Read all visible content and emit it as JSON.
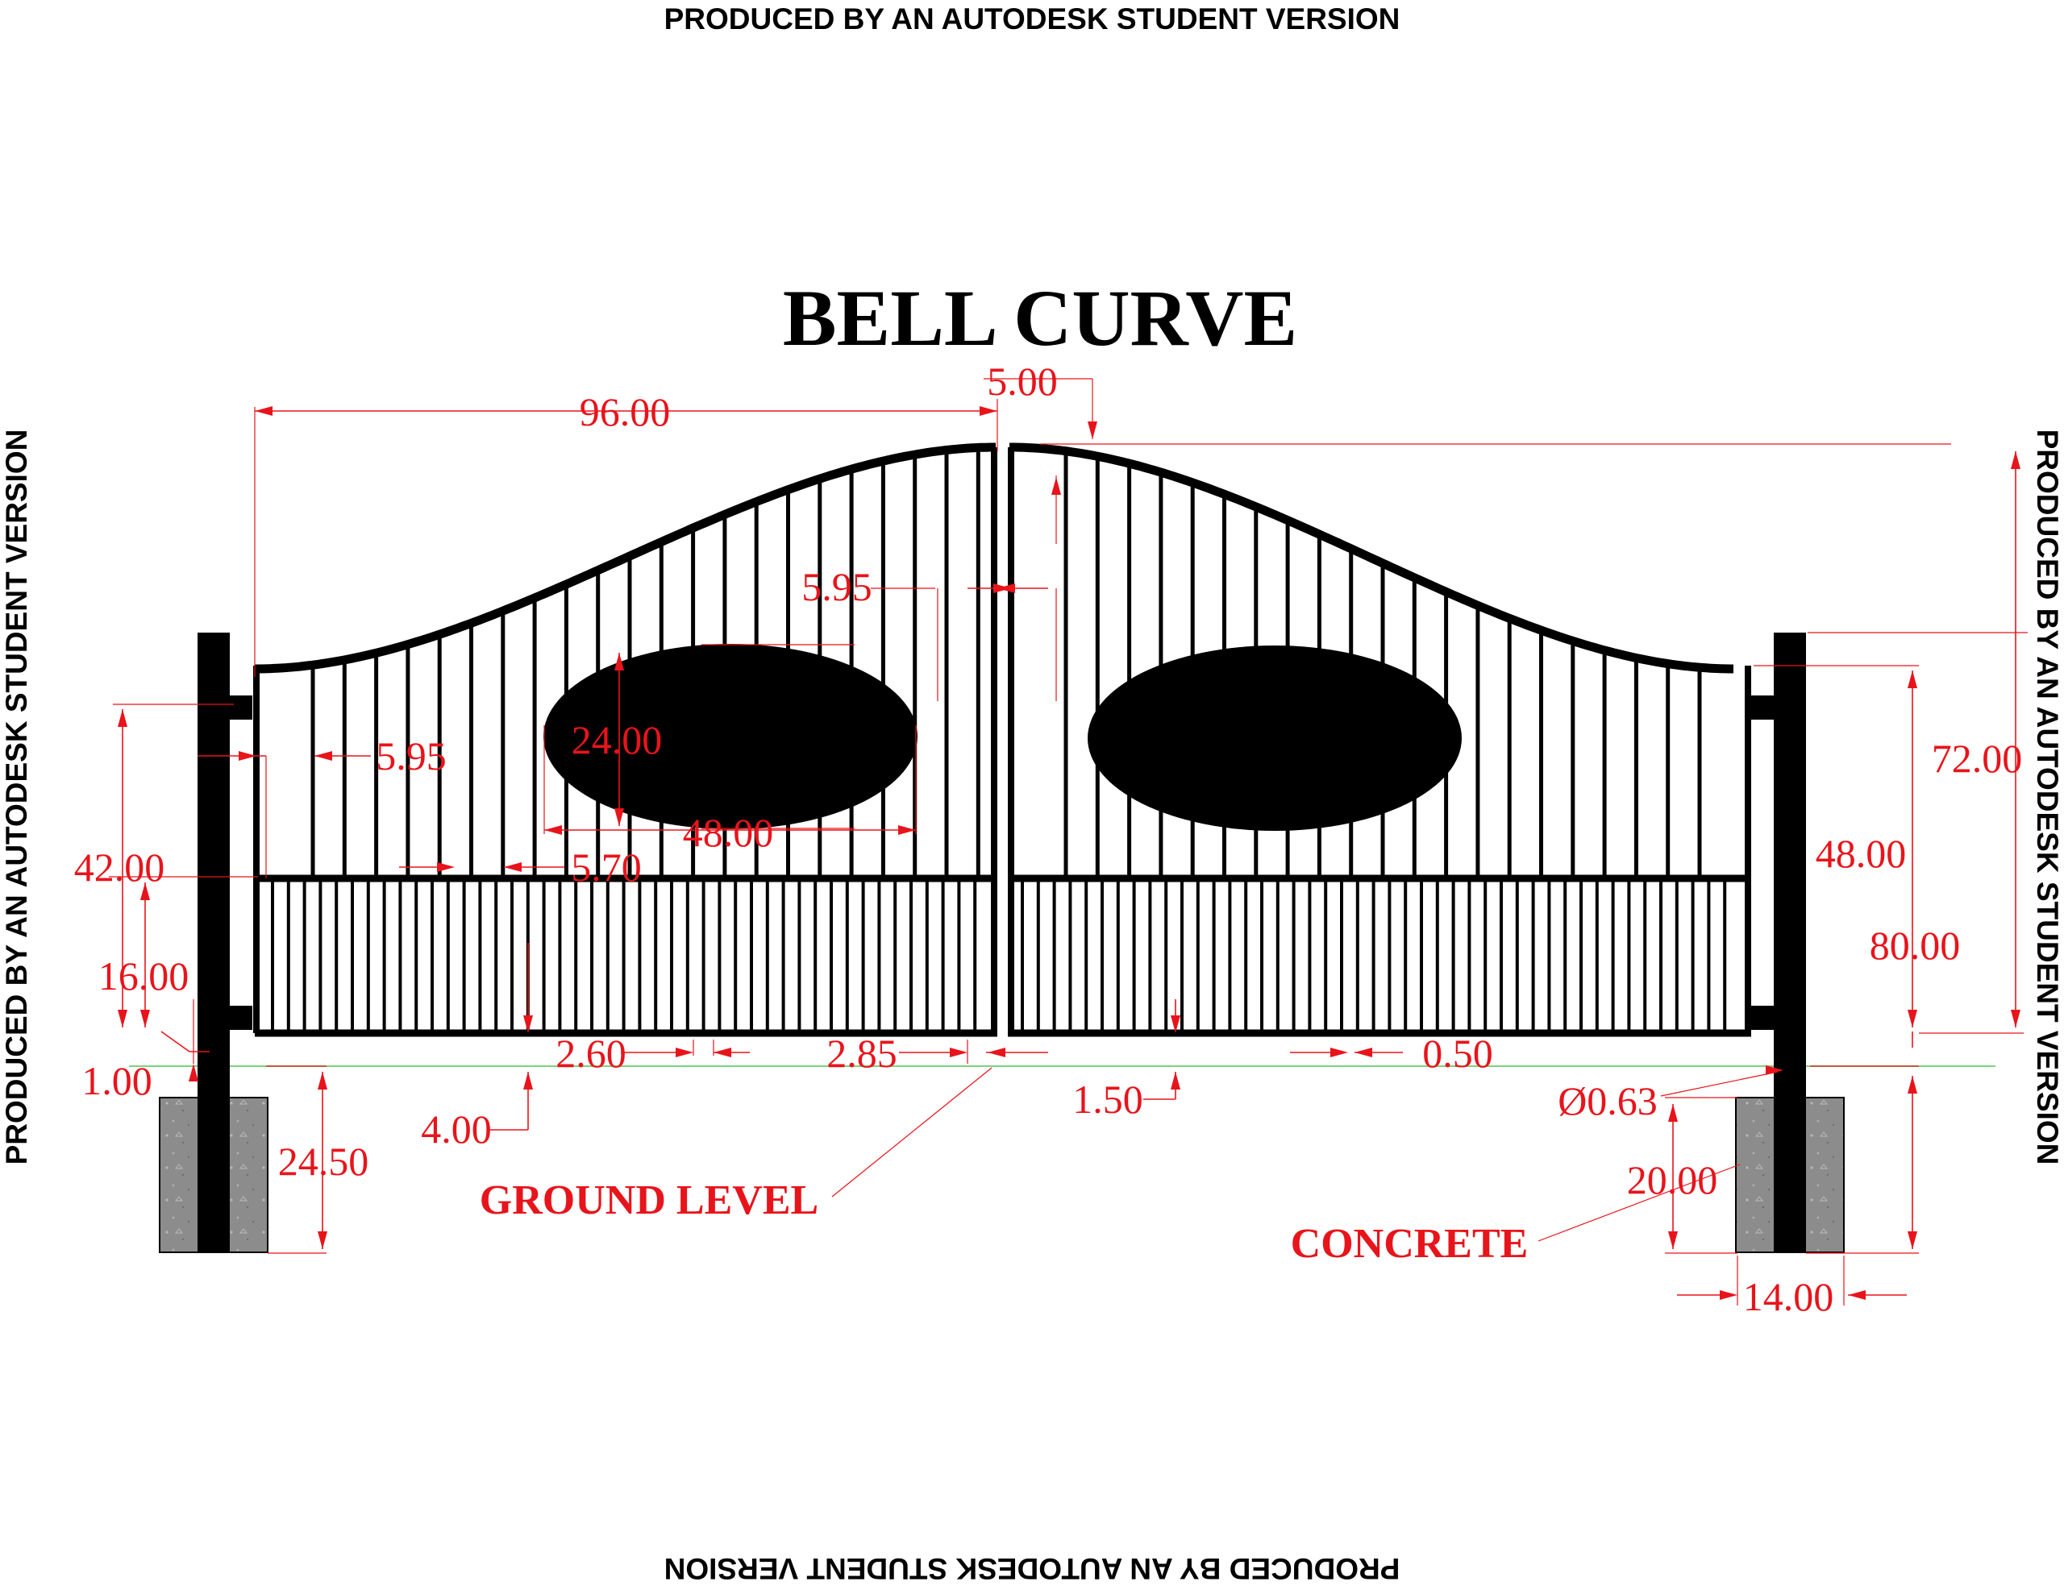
{
  "watermark": "PRODUCED BY AN AUTODESK STUDENT VERSION",
  "title": "BELL CURVE",
  "labels": {
    "ground_level": "GROUND LEVEL",
    "concrete": "CONCRETE"
  },
  "dimensions": {
    "gate_width": "96.00",
    "center_gap_top": "5.00",
    "picket_spacing_top": "5.95",
    "oval_height": "24.00",
    "oval_width": "48.00",
    "picket_spacing_left": "5.95",
    "picket_spacing_mid": "5.70",
    "post_height_left": "42.00",
    "bottom_panel_height": "16.00",
    "ground_gap": "1.00",
    "footing_depth": "24.50",
    "bottom_clearance": "4.00",
    "lower_picket_spacing": "2.60",
    "lower_picket_spacing_2": "2.85",
    "center_gap": "1.50",
    "rail_thickness": "0.50",
    "picket_diameter": "Ø0.63",
    "footing_left_depth": "20.00",
    "footing_width": "14.00",
    "overall_height": "72.00",
    "side_height": "48.00",
    "post_height_right": "80.00"
  },
  "colors": {
    "dimension": "#e8141b",
    "structure": "#000000",
    "concrete": "#8c8c8c",
    "ground_line": "#7fd17f"
  }
}
